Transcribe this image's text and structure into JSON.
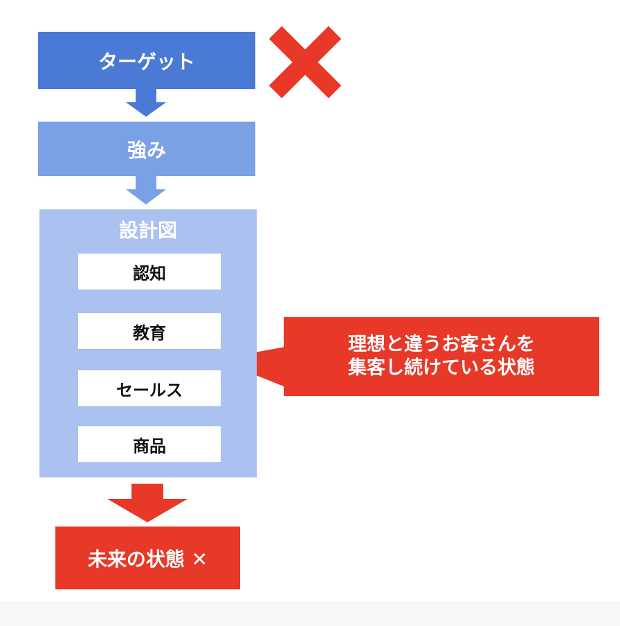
{
  "flow": {
    "target_label": "ターゲット",
    "strength_label": "強み",
    "design": {
      "title": "設計図",
      "steps": [
        "認知",
        "教育",
        "セールス",
        "商品"
      ]
    },
    "future_label": "未来の状態 ✕"
  },
  "callout": {
    "line1": "理想と違うお客さんを",
    "line2": "集客し続けている状態"
  },
  "icons": {
    "reject_mark": "cross-mark-icon"
  },
  "colors": {
    "target": "#4a79d6",
    "strength": "#7aa0e6",
    "design": "#abc1ef",
    "arrow_blue": "#4a79d6",
    "red": "#e73828"
  }
}
